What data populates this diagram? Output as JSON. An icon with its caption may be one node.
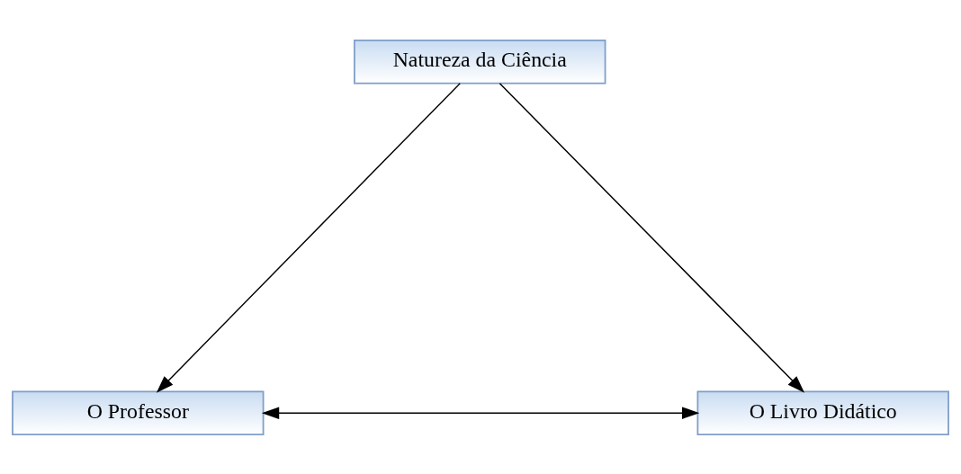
{
  "diagram": {
    "nodes": [
      {
        "text": [
          "Natureza da Ciência"
        ]
      },
      {
        "text": [
          "O Professor"
        ]
      },
      {
        "text": [
          "O Livro Didático"
        ]
      }
    ],
    "edges": [
      {
        "from": 0,
        "to": 1,
        "arrow": "to"
      },
      {
        "from": 0,
        "to": 2,
        "arrow": "to"
      },
      {
        "from": 1,
        "to": 2,
        "arrow": "both"
      }
    ]
  }
}
